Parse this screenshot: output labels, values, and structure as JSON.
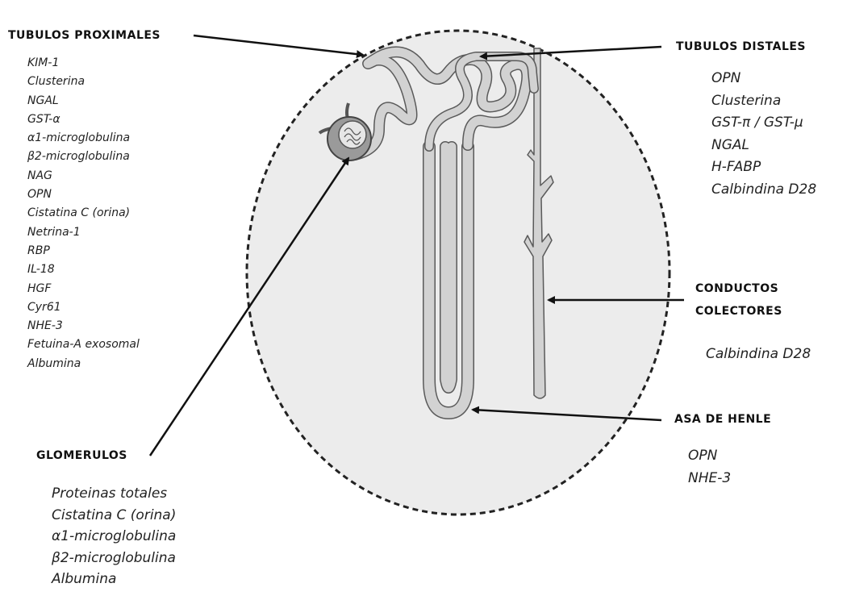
{
  "proximal": {
    "title": "TUBULOS PROXIMALES",
    "items": [
      "KIM-1",
      "Clusterina",
      "NGAL",
      "GST-α",
      "α1-microglobulina",
      "β2-microglobulina",
      "NAG",
      "OPN",
      "Cistatina C (orina)",
      "Netrina-1",
      "RBP",
      "IL-18",
      "HGF",
      "Cyr61",
      "NHE-3",
      "Fetuina-A exosomal",
      "Albumina"
    ]
  },
  "distal": {
    "title": "TUBULOS DISTALES",
    "items": [
      "OPN",
      "Clusterina",
      "GST-π / GST-μ",
      "NGAL",
      "H-FABP",
      "Calbindina D28"
    ]
  },
  "collecting": {
    "title_line1": "CONDUCTOS",
    "title_line2": "COLECTORES",
    "items": [
      "Calbindina D28"
    ]
  },
  "henle": {
    "title": "ASA DE HENLE",
    "items": [
      "OPN",
      "NHE-3"
    ]
  },
  "glomerulus": {
    "title": "GLOMERULOS",
    "items": [
      "Proteinas totales",
      "Cistatina C (orina)",
      "α1-microglobulina",
      "β2-microglobulina",
      "Albumina"
    ]
  },
  "colors": {
    "background_circle": "#ececec",
    "tubule_fill": "#d2d2d2",
    "tubule_stroke": "#5a5a5a",
    "glomerulus_fill": "#9a9a9a",
    "text": "#111111"
  }
}
